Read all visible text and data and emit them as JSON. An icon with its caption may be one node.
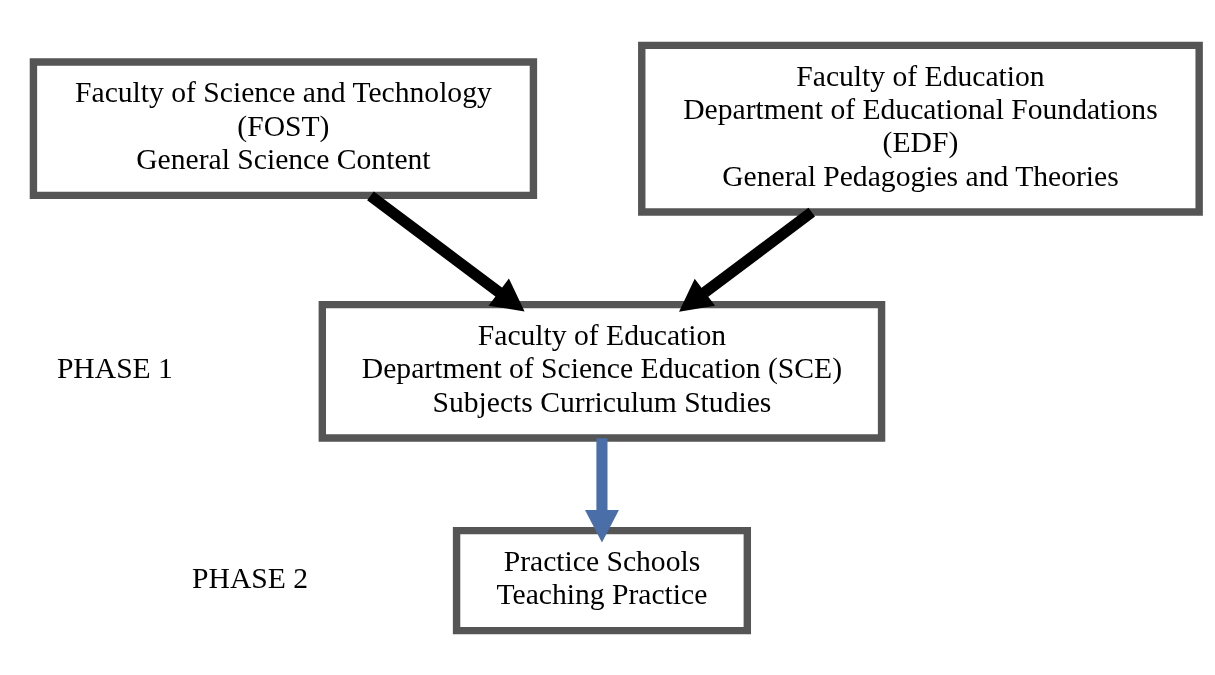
{
  "diagram": {
    "nodes": [
      {
        "text": [
          "Faculty of Science and Technology",
          "(FOST)",
          "General Science Content"
        ]
      },
      {
        "text": [
          "Faculty of Education",
          "Department of Educational Foundations",
          "(EDF)",
          "General Pedagogies and Theories"
        ]
      },
      {
        "text": [
          "Faculty of Education",
          "Department of Science Education (SCE)",
          "Subjects Curriculum Studies"
        ]
      },
      {
        "text": [
          "Practice Schools",
          "Teaching Practice"
        ]
      }
    ],
    "edges": [
      {
        "from": 0,
        "to": 2,
        "arrow": "to"
      },
      {
        "from": 1,
        "to": 2,
        "arrow": "to"
      },
      {
        "from": 2,
        "to": 3,
        "arrow": "to",
        "color": "#4a6ea8"
      }
    ],
    "labels": [
      "PHASE 1",
      "PHASE 2"
    ]
  }
}
